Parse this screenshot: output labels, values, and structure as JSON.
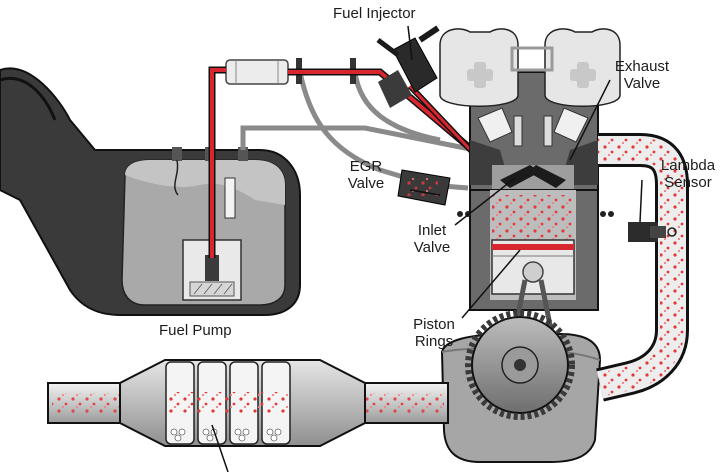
{
  "labels": {
    "fuel_injector": "Fuel Injector",
    "exhaust_valve_1": "Exhaust",
    "exhaust_valve_2": "Valve",
    "lambda_sensor_1": "Lambda",
    "lambda_sensor_2": "Sensor",
    "egr_valve_1": "EGR",
    "egr_valve_2": "Valve",
    "inlet_valve_1": "Inlet",
    "inlet_valve_2": "Valve",
    "piston_rings_1": "Piston",
    "piston_rings_2": "Rings",
    "fuel_pump": "Fuel Pump"
  },
  "colors": {
    "fuel_line": "#d7262e",
    "tank": "#3a3a3a",
    "engine": "#6b6b6b",
    "exhaust_pipe": "#d0d0d0",
    "particle": "#e23a3a",
    "outline": "#111111"
  }
}
